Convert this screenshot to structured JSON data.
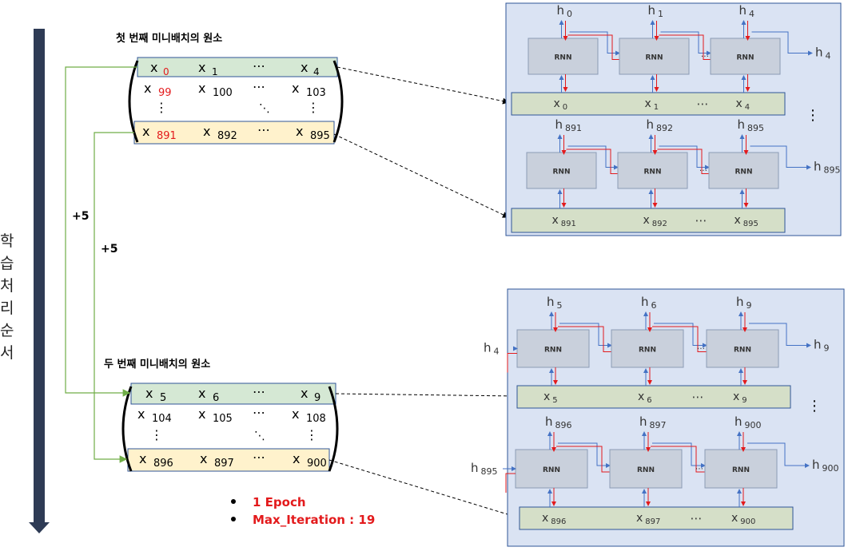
{
  "side_label": [
    "학",
    "습",
    "처",
    "리",
    "순",
    "서"
  ],
  "batch1": {
    "title": "첫 번째 미니배치의 원소",
    "row_top": [
      "x",
      "0",
      "x",
      "1",
      "⋯",
      "x",
      "4"
    ],
    "row_mid": [
      "x",
      "99",
      "x",
      "100",
      "⋯",
      "x",
      "103"
    ],
    "row_bot": [
      "x",
      "891",
      "x",
      "892",
      "⋯",
      "x",
      "895"
    ]
  },
  "batch2": {
    "title": "두 번째 미니배치의 원소",
    "row_top": [
      "x",
      "5",
      "x",
      "6",
      "⋯",
      "x",
      "9"
    ],
    "row_mid": [
      "x",
      "104",
      "x",
      "105",
      "⋯",
      "x",
      "108"
    ],
    "row_bot": [
      "x",
      "896",
      "x",
      "897",
      "⋯",
      "x",
      "900"
    ]
  },
  "plus_labels": [
    "+5",
    "+5"
  ],
  "notes": [
    "1 Epoch",
    "Max_Iteration : 19"
  ],
  "rnn_label": "RNN",
  "panel1": {
    "seqA": {
      "h_top": [
        "0",
        "1",
        "4"
      ],
      "h_out": "4",
      "x": [
        "0",
        "1",
        "4"
      ]
    },
    "seqB": {
      "h_top": [
        "891",
        "892",
        "895"
      ],
      "h_out": "895",
      "x": [
        "891",
        "892",
        "895"
      ]
    }
  },
  "panel2": {
    "seqA": {
      "h_in": "4",
      "h_top": [
        "5",
        "6",
        "9"
      ],
      "h_out": "9",
      "x": [
        "5",
        "6",
        "9"
      ]
    },
    "seqB": {
      "h_in": "895",
      "h_top": [
        "896",
        "897",
        "900"
      ],
      "h_out": "900",
      "x": [
        "896",
        "897",
        "900"
      ]
    }
  },
  "colors": {
    "panel": "#dae3f3",
    "panel_border": "#2f5597",
    "rnn_box": "#c9d0dc",
    "strip": "#d5dfc8",
    "green_row": "#d5e8d4",
    "yellow_row": "#fff2cc",
    "red": "#e31a1c",
    "blue": "#4472c4",
    "arrow_bar": "#2e3b55"
  }
}
